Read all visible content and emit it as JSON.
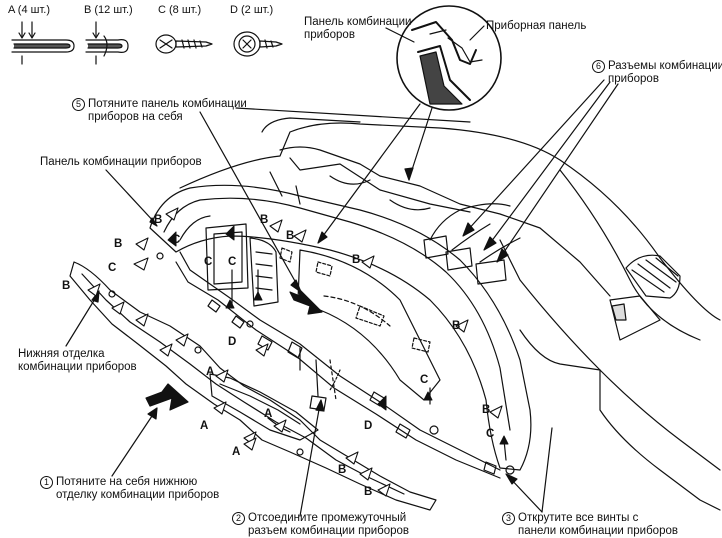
{
  "fasteners": [
    {
      "label": "A (4 шт.)"
    },
    {
      "label": "B (12 шт.)"
    },
    {
      "label": "C (8 шт.)"
    },
    {
      "label": "D (2 шт.)"
    }
  ],
  "labels": {
    "cluster_panel_top": [
      "Панель комбинации",
      "приборов"
    ],
    "instrument_panel": "Приборная панель",
    "connectors": [
      "Разъемы комбинации",
      "приборов"
    ],
    "pull_panel": [
      "Потяните панель комбинации",
      "приборов на себя"
    ],
    "cluster_panel_left": "Панель комбинации приборов",
    "lower_trim": [
      "Нижняя отделка",
      "комбинации приборов"
    ],
    "pull_trim": [
      "Потяните на себя нижнюю",
      "отделку комбинации приборов"
    ],
    "disconnect": [
      "Отсоедините промежуточный",
      "разъем комбинации приборов"
    ],
    "unscrew": [
      "Открутите все винты с",
      "панели комбинации приборов"
    ]
  },
  "steps": {
    "s1": "1",
    "s2": "2",
    "s3": "3",
    "s5": "5",
    "s6": "6"
  },
  "callouts": {
    "a": "A",
    "b": "B",
    "c": "C",
    "d": "D"
  }
}
